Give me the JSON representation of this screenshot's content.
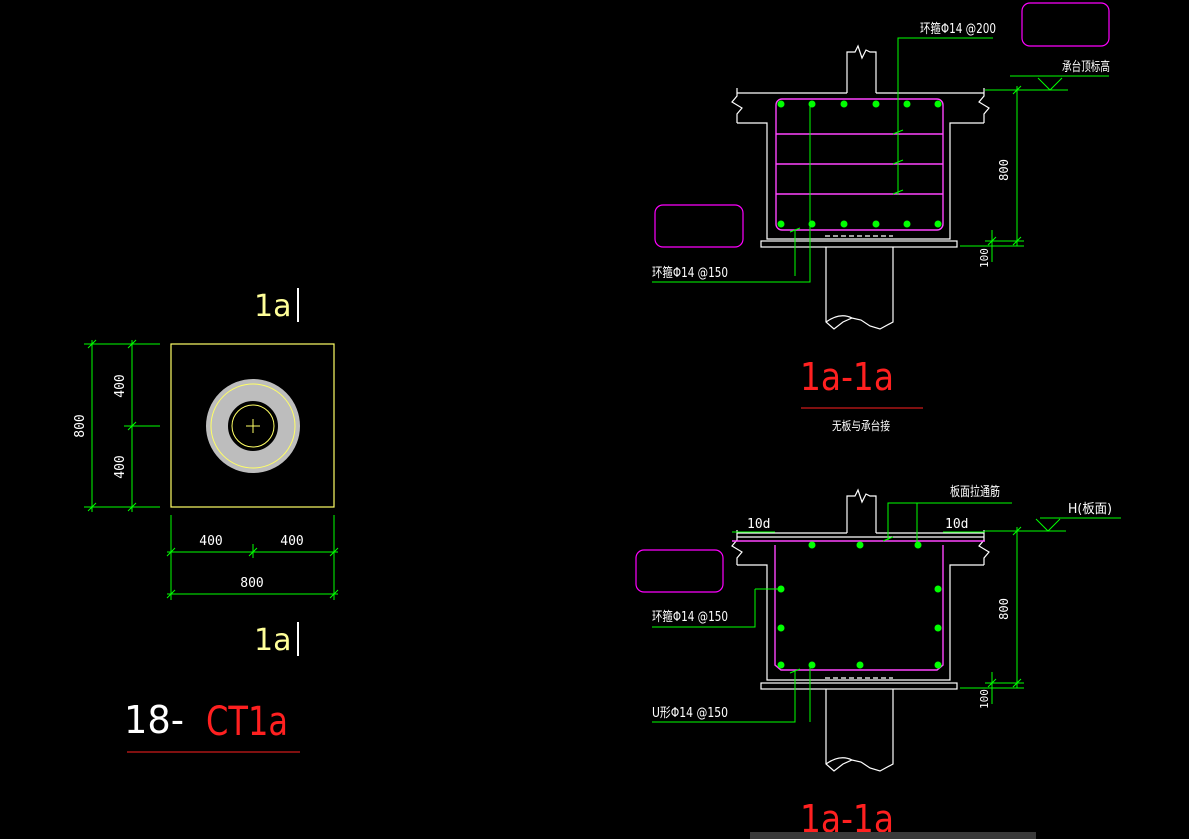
{
  "colors": {
    "background": "#000000",
    "outline": "#ffffff",
    "dimension": "#00ff00",
    "pile_cap_plan": "#ffff66",
    "rebar": "#ff44ff",
    "rebar_dot": "#00ff00",
    "title": "#ff2020",
    "label": "#ffff99",
    "leader": "#00ff00",
    "pile_ring": "#bdbdbd",
    "pile_ring_edge": "#ffff66",
    "empty_box": "#ff00ff"
  },
  "plan": {
    "section_marker_top": "1a",
    "section_marker_bottom": "1a",
    "dims_vertical": {
      "upper": "400",
      "lower": "400",
      "total": "800"
    },
    "dims_horizontal": {
      "left": "400",
      "right": "400",
      "total": "800"
    },
    "title_prefix": "18-",
    "title_name": "CT1a"
  },
  "section_top": {
    "label_hoop_top": "环箍Φ14 @200",
    "label_elevation": "承台顶标高",
    "label_hoop_bottom": "环箍Φ14 @150",
    "dim_height": "800",
    "dim_cushion": "100",
    "title": "1a-1a",
    "subtitle": "无板与承台接"
  },
  "section_bottom": {
    "label_slab_bar": "板面拉通筋",
    "label_elevation": "H(板面)",
    "label_anchor_left": "10d",
    "label_anchor_right": "10d",
    "label_hoop": "环箍Φ14 @150",
    "label_u_bar": "U形Φ14 @150",
    "dim_height": "800",
    "dim_cushion": "100",
    "title": "1a-1a"
  }
}
